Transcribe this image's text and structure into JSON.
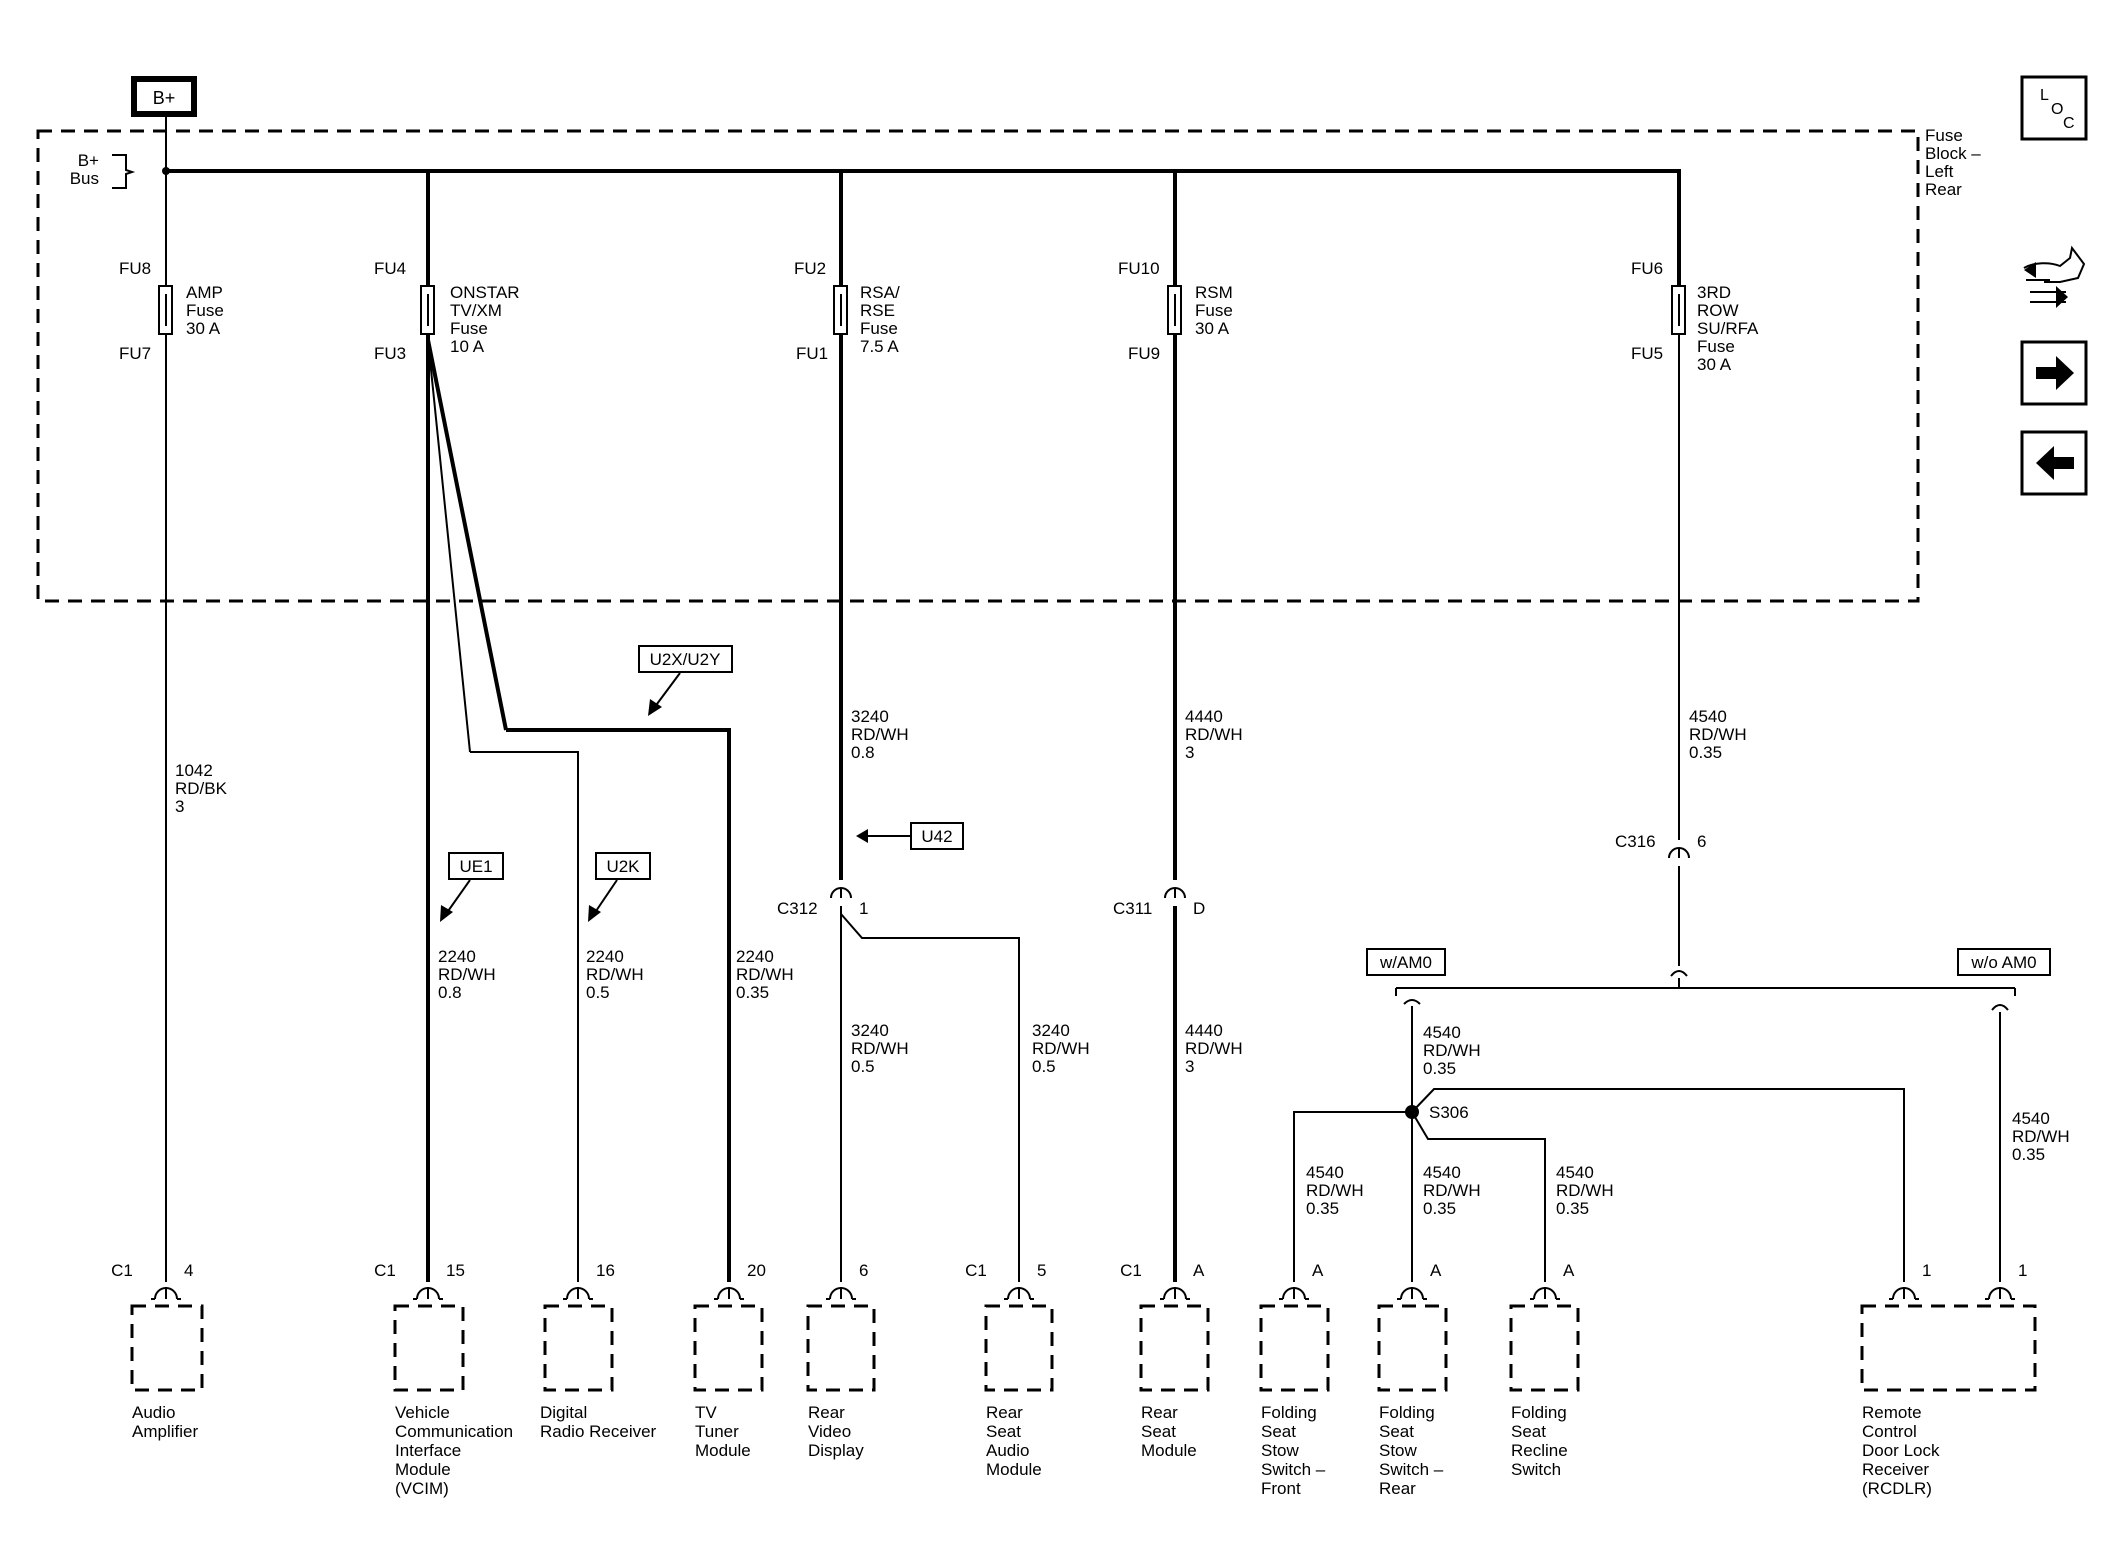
{
  "power": {
    "source_label": "B+",
    "bus_label": [
      "B+",
      "Bus"
    ],
    "fuse_block_label": [
      "Fuse",
      "Block –",
      "Left",
      "Rear"
    ]
  },
  "side_buttons": {
    "loc": [
      "L",
      "O",
      "C"
    ]
  },
  "fuses": [
    {
      "top": "FU8",
      "bottom": "FU7",
      "label": [
        "AMP",
        "Fuse",
        "30 A"
      ]
    },
    {
      "top": "FU4",
      "bottom": "FU3",
      "label": [
        "ONSTAR",
        "TV/XM",
        "Fuse",
        "10 A"
      ]
    },
    {
      "top": "FU2",
      "bottom": "FU1",
      "label": [
        "RSA/",
        "RSE",
        "Fuse",
        "7.5 A"
      ]
    },
    {
      "top": "FU10",
      "bottom": "FU9",
      "label": [
        "RSM",
        "Fuse",
        "30 A"
      ]
    },
    {
      "top": "FU6",
      "bottom": "FU5",
      "label": [
        "3RD",
        "ROW",
        "SU/RFA",
        "Fuse",
        "30 A"
      ]
    }
  ],
  "options": {
    "u2x": "U2X/U2Y",
    "ue1": "UE1",
    "u2k": "U2K",
    "u42": "U42",
    "wam0": "w/AM0",
    "woam0": "w/o AM0"
  },
  "wires": {
    "w1042": [
      "1042",
      "RD/BK",
      "3"
    ],
    "w2240a": [
      "2240",
      "RD/WH",
      "0.8"
    ],
    "w2240b": [
      "2240",
      "RD/WH",
      "0.5"
    ],
    "w2240c": [
      "2240",
      "RD/WH",
      "0.35"
    ],
    "w3240a": [
      "3240",
      "RD/WH",
      "0.8"
    ],
    "w3240b": [
      "3240",
      "RD/WH",
      "0.5"
    ],
    "w3240c": [
      "3240",
      "RD/WH",
      "0.5"
    ],
    "w4440a": [
      "4440",
      "RD/WH",
      "3"
    ],
    "w4440b": [
      "4440",
      "RD/WH",
      "3"
    ],
    "w4540a": [
      "4540",
      "RD/WH",
      "0.35"
    ],
    "w4540b": [
      "4540",
      "RD/WH",
      "0.35"
    ],
    "w4540c": [
      "4540",
      "RD/WH",
      "0.35"
    ],
    "w4540d": [
      "4540",
      "RD/WH",
      "0.35"
    ],
    "w4540e": [
      "4540",
      "RD/WH",
      "0.35"
    ],
    "w4540f": [
      "4540",
      "RD/WH",
      "0.35"
    ]
  },
  "inline_connectors": {
    "c312": {
      "name": "C312",
      "pin": "1"
    },
    "c311": {
      "name": "C311",
      "pin": "D"
    },
    "c316": {
      "name": "C316",
      "pin": "6"
    },
    "s306": "S306"
  },
  "modules": [
    {
      "conn": "C1",
      "pin": "4",
      "label": [
        "Audio",
        "Amplifier"
      ]
    },
    {
      "conn": "C1",
      "pin": "15",
      "label": [
        "Vehicle",
        "Communication",
        "Interface",
        "Module",
        "(VCIM)"
      ]
    },
    {
      "conn": "",
      "pin": "16",
      "label": [
        "Digital",
        "Radio Receiver"
      ]
    },
    {
      "conn": "",
      "pin": "20",
      "label": [
        "TV",
        "Tuner",
        "Module"
      ]
    },
    {
      "conn": "",
      "pin": "6",
      "label": [
        "Rear",
        "Video",
        "Display"
      ]
    },
    {
      "conn": "C1",
      "pin": "5",
      "label": [
        "Rear",
        "Seat",
        "Audio",
        "Module"
      ]
    },
    {
      "conn": "C1",
      "pin": "A",
      "label": [
        "Rear",
        "Seat",
        "Module"
      ]
    },
    {
      "conn": "",
      "pin": "A",
      "label": [
        "Folding",
        "Seat",
        "Stow",
        "Switch –",
        "Front"
      ]
    },
    {
      "conn": "",
      "pin": "A",
      "label": [
        "Folding",
        "Seat",
        "Stow",
        "Switch –",
        "Rear"
      ]
    },
    {
      "conn": "",
      "pin": "A",
      "label": [
        "Folding",
        "Seat",
        "Recline",
        "Switch"
      ]
    },
    {
      "conn": "",
      "pin": "1",
      "label": [
        "Remote",
        "Control",
        "Door Lock",
        "Receiver",
        "(RCDLR)"
      ]
    },
    {
      "conn": "",
      "pin": "1",
      "label": []
    }
  ]
}
